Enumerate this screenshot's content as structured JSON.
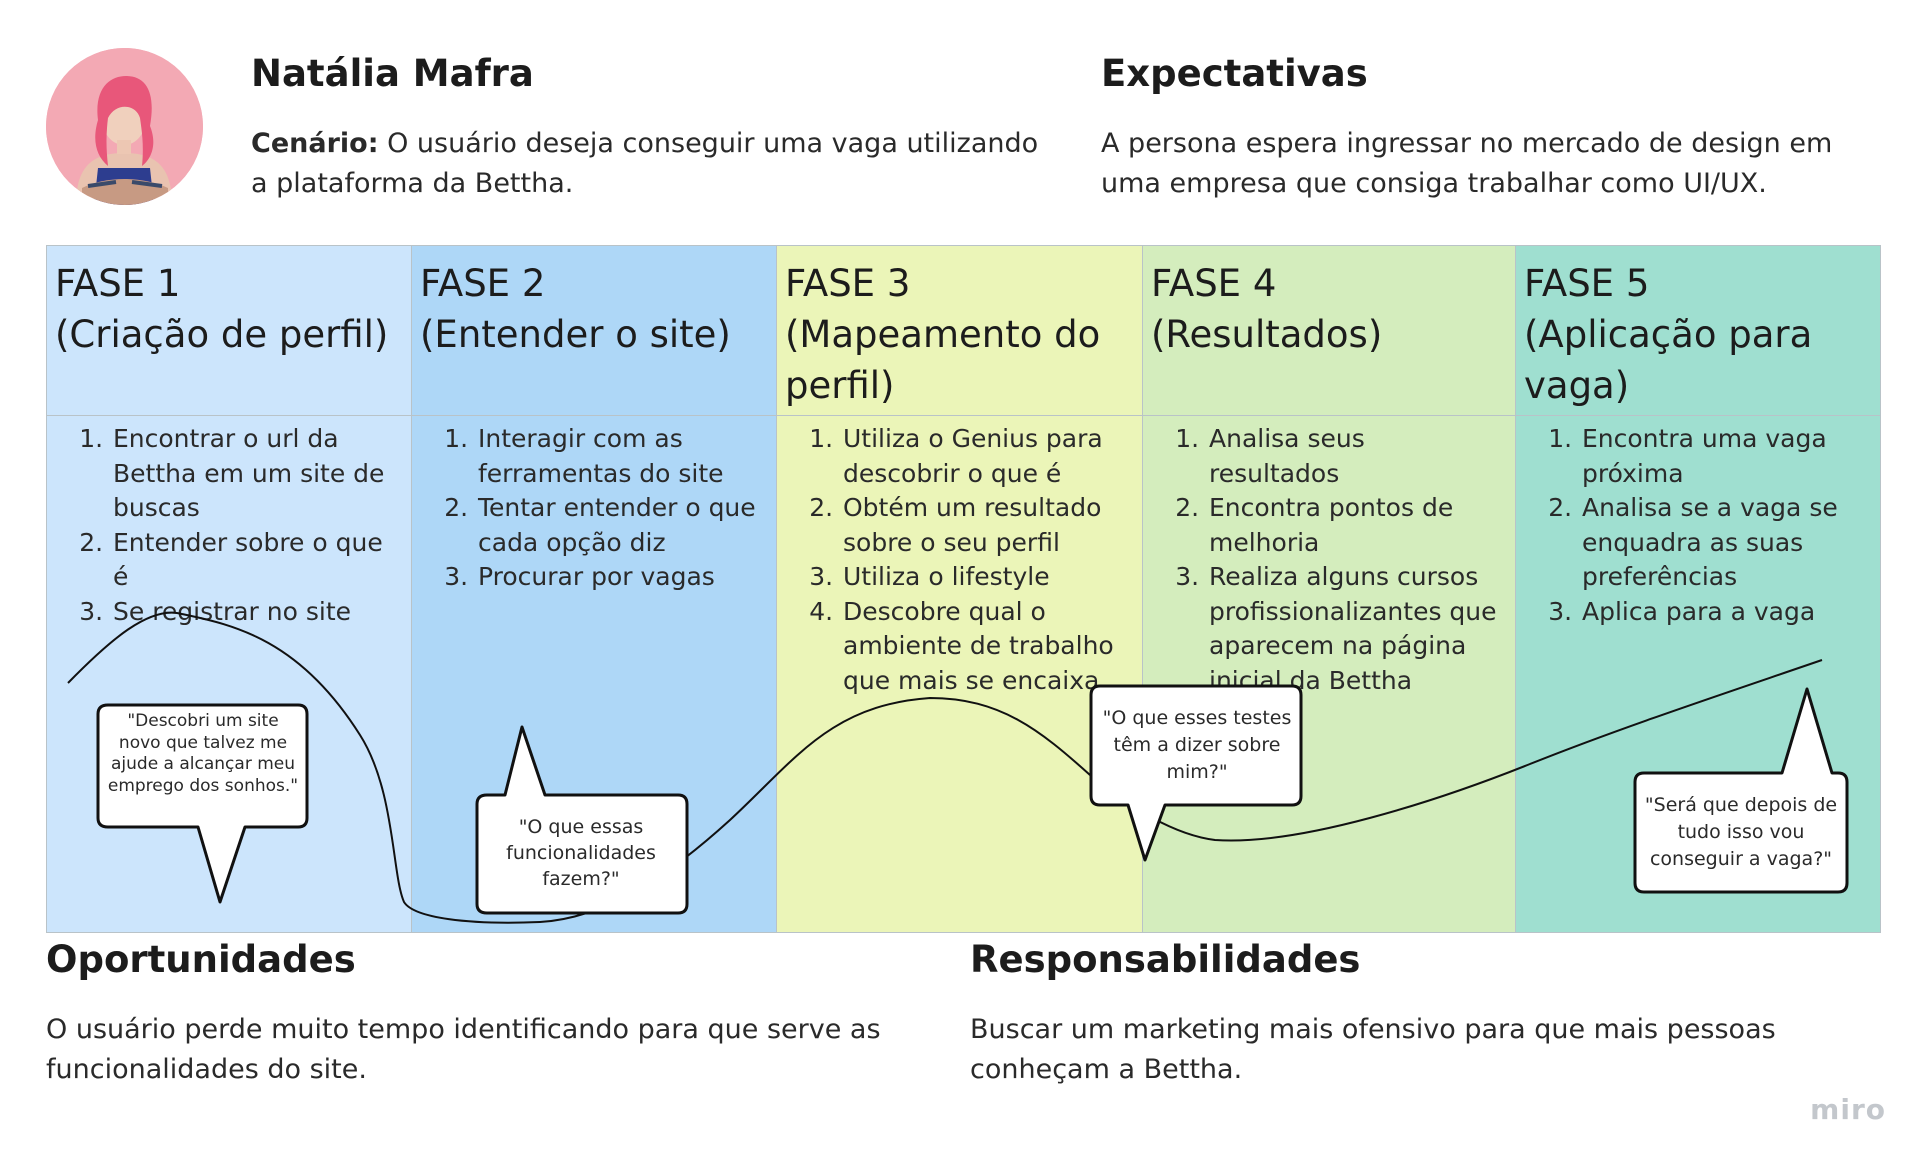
{
  "persona": {
    "name": "Natália Mafra",
    "scenario_label": "Cenário:",
    "scenario_text": "O usuário deseja conseguir uma vaga utilizando a plataforma da Bettha."
  },
  "expectations": {
    "title": "Expectativas",
    "text": "A persona espera ingressar no mercado de design em uma empresa que consiga trabalhar como UI/UX."
  },
  "phases": [
    {
      "title": "FASE 1",
      "subtitle": "(Criação de perfil)",
      "color": "#cce5fc",
      "steps": [
        "Encontrar o url da Bettha em um site de buscas",
        "Entender sobre o que é",
        "Se registrar no site"
      ]
    },
    {
      "title": "FASE 2",
      "subtitle": "(Entender o site)",
      "color": "#aed7f7",
      "steps": [
        "Interagir com as ferramentas do site",
        "Tentar entender o que cada opção diz",
        "Procurar por vagas"
      ]
    },
    {
      "title": "FASE 3",
      "subtitle_lines": [
        "(Mapeamento do",
        "perfil)"
      ],
      "color": "#ebf5b8",
      "steps": [
        "Utiliza o Genius para descobrir o que é",
        "Obtém um resultado sobre o seu perfil",
        "Utiliza o lifestyle",
        "Descobre qual o ambiente de trabalho que mais se encaixa"
      ]
    },
    {
      "title": "FASE 4",
      "subtitle": "(Resultados)",
      "color": "#d4edbd",
      "steps": [
        "Analisa seus resultados",
        "Encontra pontos de melhoria",
        "Realiza alguns cursos profissionalizantes que aparecem na página inicial da Bettha"
      ]
    },
    {
      "title": "FASE 5",
      "subtitle_lines": [
        "(Aplicação para",
        "vaga)"
      ],
      "color": "#9fdfd0",
      "steps": [
        "Encontra uma vaga próxima",
        "Analisa se a vaga se enquadra as suas preferências",
        "Aplica para a vaga"
      ]
    }
  ],
  "quotes": [
    "\"Descobri um site novo que talvez me ajude a alcançar meu emprego dos sonhos.\"",
    "\"O que essas funcionalidades fazem?\"",
    "\"O que esses testes têm a dizer sobre mim?\"",
    "\"Será que depois de tudo isso vou conseguir a vaga?\""
  ],
  "opportunities": {
    "title": "Oportunidades",
    "text": "O usuário perde muito tempo identificando para que serve as funcionalidades do site."
  },
  "responsibilities": {
    "title": "Responsabilidades",
    "text": "Buscar um marketing mais ofensivo para que mais pessoas conheçam a Bettha."
  },
  "watermark": "miro"
}
